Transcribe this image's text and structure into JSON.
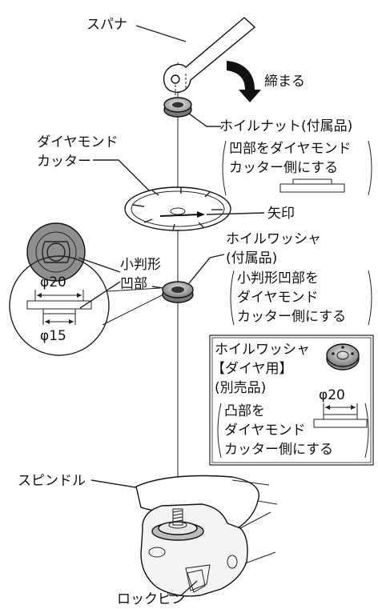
{
  "labels": {
    "spanner": "スパナ",
    "tighten": "締まる",
    "wheel_nut": "ホイルナット(付属品)",
    "nut_note_1": "凹部をダイヤモンド",
    "nut_note_2": "カッター側にする",
    "diamond_cutter_1": "ダイヤモンド",
    "diamond_cutter_2": "カッター",
    "arrow_mark": "矢印",
    "washer_1": "ホイルワッシャ",
    "washer_2": "(付属品)",
    "washer_note_1": "小判形凹部を",
    "washer_note_2": "ダイヤモンド",
    "washer_note_3": "カッター側にする",
    "oval_recess_1": "小判形",
    "oval_recess_2": "凹部",
    "dim_20": "φ20",
    "dim_15": "φ15",
    "washer_diamond_1": "ホイルワッシャ",
    "washer_diamond_2": "【ダイヤ用】",
    "washer_diamond_3": "(別売品)",
    "washer_diamond_dim": "φ20",
    "washer_diamond_note_1": "凸部を",
    "washer_diamond_note_2": "ダイヤモンド",
    "washer_diamond_note_3": "カッター側にする",
    "spindle": "スピンドル",
    "lock_pin": "ロックピン"
  }
}
